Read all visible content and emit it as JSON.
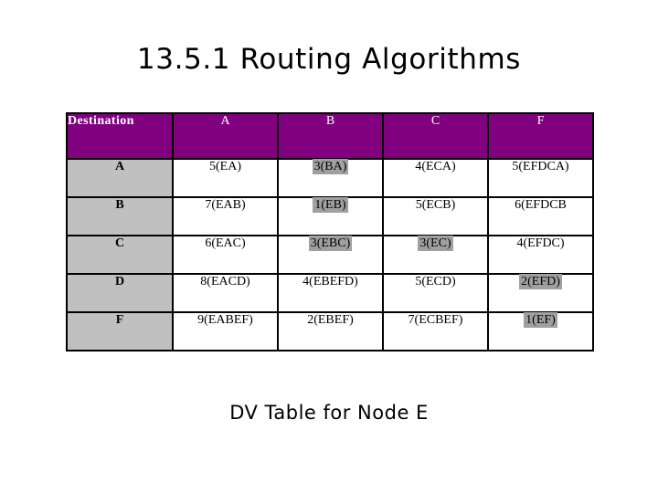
{
  "slide": {
    "title": "13.5.1 Routing Algorithms",
    "caption": "DV Table for Node E"
  },
  "colors": {
    "header_bg": "#800080",
    "header_text": "#ffffff",
    "dest_col_bg": "#c0c0c0",
    "highlight_bg": "#a0a0a0",
    "cell_bg": "#ffffff",
    "border": "#000000",
    "text": "#000000"
  },
  "table": {
    "headers": [
      {
        "label": "Destination",
        "align": "left"
      },
      {
        "label": "A",
        "align": "center"
      },
      {
        "label": "B",
        "align": "center"
      },
      {
        "label": "C",
        "align": "center"
      },
      {
        "label": "F",
        "align": "center"
      }
    ],
    "rows": [
      {
        "destination": "A",
        "cells": [
          {
            "text": "5(EA)",
            "highlighted": false
          },
          {
            "text": "3(BA)",
            "highlighted": true
          },
          {
            "text": "4(ECA)",
            "highlighted": false
          },
          {
            "text": "5(EFDCA)",
            "highlighted": false
          }
        ]
      },
      {
        "destination": "B",
        "cells": [
          {
            "text": "7(EAB)",
            "highlighted": false
          },
          {
            "text": "1(EB)",
            "highlighted": true
          },
          {
            "text": "5(ECB)",
            "highlighted": false
          },
          {
            "text": "6(EFDCB",
            "highlighted": false
          }
        ]
      },
      {
        "destination": "C",
        "cells": [
          {
            "text": "6(EAC)",
            "highlighted": false
          },
          {
            "text": "3(EBC)",
            "highlighted": true
          },
          {
            "text": "3(EC)",
            "highlighted": true
          },
          {
            "text": "4(EFDC)",
            "highlighted": false
          }
        ]
      },
      {
        "destination": "D",
        "cells": [
          {
            "text": "8(EACD)",
            "highlighted": false
          },
          {
            "text": "4(EBEFD)",
            "highlighted": false
          },
          {
            "text": "5(ECD)",
            "highlighted": false
          },
          {
            "text": "2(EFD)",
            "highlighted": true
          }
        ]
      },
      {
        "destination": "F",
        "cells": [
          {
            "text": "9(EABEF)",
            "highlighted": false
          },
          {
            "text": "2(EBEF)",
            "highlighted": false
          },
          {
            "text": "7(ECBEF)",
            "highlighted": false
          },
          {
            "text": "1(EF)",
            "highlighted": true
          }
        ]
      }
    ]
  }
}
